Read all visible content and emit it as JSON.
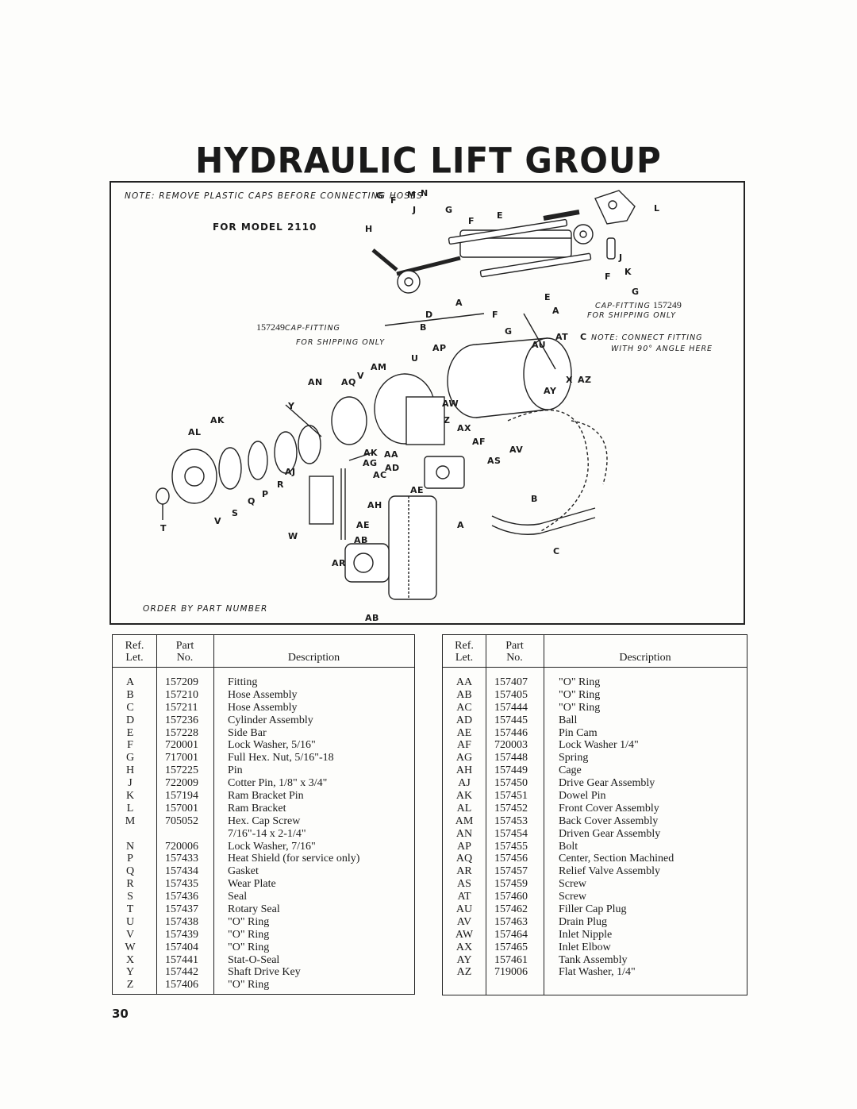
{
  "page": {
    "title": "HYDRAULIC LIFT GROUP",
    "page_number": "30"
  },
  "diagram": {
    "note_top": "NOTE: REMOVE PLASTIC CAPS BEFORE CONNECTING HOSES",
    "model": "FOR MODEL 2110",
    "cap_left_number": "157249",
    "cap_left_label": "CAP-FITTING",
    "cap_left_sub": "FOR SHIPPING ONLY",
    "cap_right_label": "CAP-FITTING",
    "cap_right_number": "157249",
    "cap_right_sub": "FOR SHIPPING ONLY",
    "connect_note_1": "NOTE: CONNECT FITTING",
    "connect_note_2": "WITH 90° ANGLE HERE",
    "order_note": "ORDER BY PART NUMBER",
    "labels": [
      "A",
      "B",
      "C",
      "D",
      "E",
      "F",
      "G",
      "H",
      "J",
      "K",
      "L",
      "M",
      "N",
      "P",
      "Q",
      "R",
      "S",
      "T",
      "U",
      "V",
      "W",
      "X",
      "Y",
      "Z",
      "AA",
      "AB",
      "AC",
      "AD",
      "AE",
      "AF",
      "AG",
      "AH",
      "AJ",
      "AK",
      "AL",
      "AM",
      "AN",
      "AP",
      "AQ",
      "AR",
      "AS",
      "AT",
      "AU",
      "AV",
      "AW",
      "AX",
      "AY",
      "AZ"
    ]
  },
  "table_headers": {
    "ref": "Ref.",
    "let": "Let.",
    "part": "Part",
    "no": "No.",
    "description": "Description"
  },
  "table_left": [
    {
      "ref": "A",
      "part": "157209",
      "desc": "Fitting"
    },
    {
      "ref": "B",
      "part": "157210",
      "desc": "Hose Assembly"
    },
    {
      "ref": "C",
      "part": "157211",
      "desc": "Hose Assembly"
    },
    {
      "ref": "D",
      "part": "157236",
      "desc": "Cylinder Assembly"
    },
    {
      "ref": "E",
      "part": "157228",
      "desc": "Side  Bar"
    },
    {
      "ref": "F",
      "part": "720001",
      "desc": "Lock Washer, 5/16\""
    },
    {
      "ref": "G",
      "part": "717001",
      "desc": "Full Hex. Nut, 5/16\"-18"
    },
    {
      "ref": "H",
      "part": "157225",
      "desc": "Pin"
    },
    {
      "ref": "J",
      "part": "722009",
      "desc": "Cotter Pin, 1/8\" x 3/4\""
    },
    {
      "ref": "K",
      "part": "157194",
      "desc": "Ram Bracket Pin"
    },
    {
      "ref": "L",
      "part": "157001",
      "desc": "Ram Bracket"
    },
    {
      "ref": "M",
      "part": "705052",
      "desc": "Hex. Cap Screw"
    },
    {
      "ref": "",
      "part": "",
      "desc": "7/16\"-14 x 2-1/4\""
    },
    {
      "ref": "N",
      "part": "720006",
      "desc": "Lock Washer, 7/16\""
    },
    {
      "ref": "P",
      "part": "157433",
      "desc": "Heat Shield (for service only)"
    },
    {
      "ref": "Q",
      "part": "157434",
      "desc": "Gasket"
    },
    {
      "ref": "R",
      "part": "157435",
      "desc": "Wear Plate"
    },
    {
      "ref": "S",
      "part": "157436",
      "desc": "Seal"
    },
    {
      "ref": "T",
      "part": "157437",
      "desc": "Rotary Seal"
    },
    {
      "ref": "U",
      "part": "157438",
      "desc": "\"O\" Ring"
    },
    {
      "ref": "V",
      "part": "157439",
      "desc": "\"O\" Ring"
    },
    {
      "ref": "W",
      "part": "157404",
      "desc": "\"O\" Ring"
    },
    {
      "ref": "X",
      "part": "157441",
      "desc": "Stat-O-Seal"
    },
    {
      "ref": "Y",
      "part": "157442",
      "desc": "Shaft Drive Key"
    },
    {
      "ref": "Z",
      "part": "157406",
      "desc": "\"O\" Ring"
    }
  ],
  "table_right": [
    {
      "ref": "AA",
      "part": "157407",
      "desc": "\"O\" Ring"
    },
    {
      "ref": "AB",
      "part": "157405",
      "desc": "\"O\" Ring"
    },
    {
      "ref": "AC",
      "part": "157444",
      "desc": "\"O\" Ring"
    },
    {
      "ref": "AD",
      "part": "157445",
      "desc": "Ball"
    },
    {
      "ref": "AE",
      "part": "157446",
      "desc": "Pin Cam"
    },
    {
      "ref": "AF",
      "part": "720003",
      "desc": "Lock Washer 1/4\""
    },
    {
      "ref": "AG",
      "part": "157448",
      "desc": "Spring"
    },
    {
      "ref": "AH",
      "part": "157449",
      "desc": "Cage"
    },
    {
      "ref": "AJ",
      "part": "157450",
      "desc": "Drive Gear Assembly"
    },
    {
      "ref": "AK",
      "part": "157451",
      "desc": "Dowel Pin"
    },
    {
      "ref": "AL",
      "part": "157452",
      "desc": "Front Cover Assembly"
    },
    {
      "ref": "AM",
      "part": "157453",
      "desc": "Back Cover Assembly"
    },
    {
      "ref": "AN",
      "part": "157454",
      "desc": "Driven Gear Assembly"
    },
    {
      "ref": "AP",
      "part": "157455",
      "desc": "Bolt"
    },
    {
      "ref": "AQ",
      "part": "157456",
      "desc": "Center, Section Machined"
    },
    {
      "ref": "AR",
      "part": "157457",
      "desc": "Relief Valve Assembly"
    },
    {
      "ref": "AS",
      "part": "157459",
      "desc": "Screw"
    },
    {
      "ref": "AT",
      "part": "157460",
      "desc": "Screw"
    },
    {
      "ref": "AU",
      "part": "157462",
      "desc": "Filler Cap Plug"
    },
    {
      "ref": "AV",
      "part": "157463",
      "desc": "Drain Plug"
    },
    {
      "ref": "AW",
      "part": "157464",
      "desc": "Inlet Nipple"
    },
    {
      "ref": "AX",
      "part": "157465",
      "desc": "Inlet Elbow"
    },
    {
      "ref": "AY",
      "part": "157461",
      "desc": "Tank Assembly"
    },
    {
      "ref": "AZ",
      "part": "719006",
      "desc": "Flat Washer, 1/4\""
    }
  ]
}
